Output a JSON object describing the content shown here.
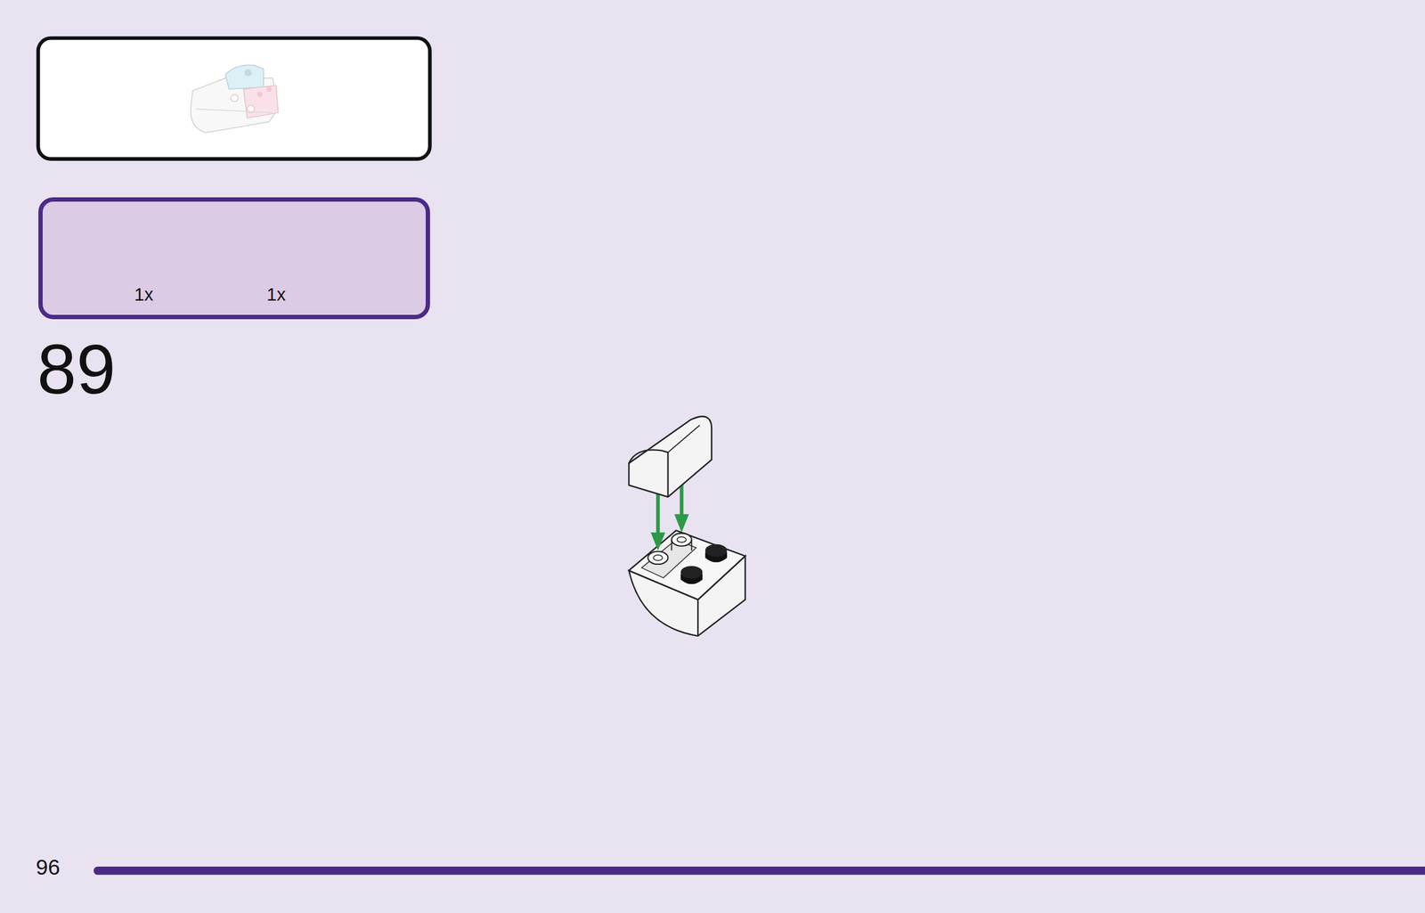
{
  "diagram": {
    "nodes": [
      {
        "text": [
          "1x",
          "1x"
        ]
      }
    ],
    "labels": [
      "89",
      "96"
    ]
  }
}
